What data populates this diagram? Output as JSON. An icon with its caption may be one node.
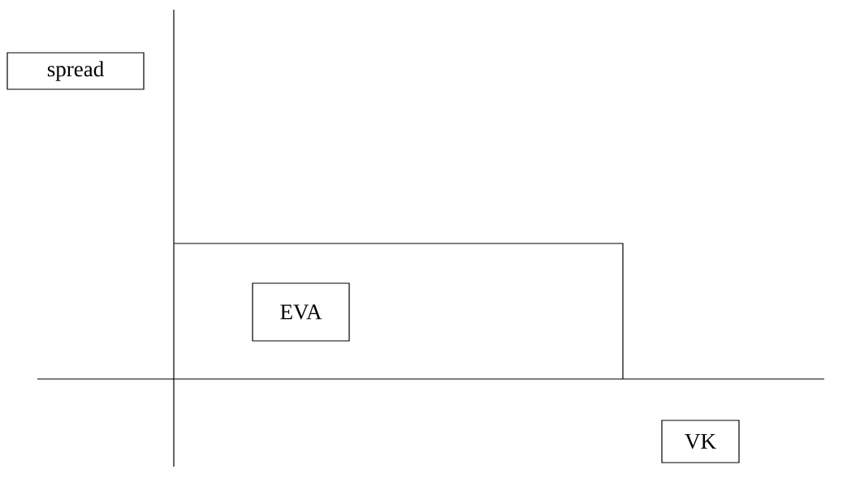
{
  "diagram": {
    "nodes": [
      {
        "text": [
          "spread"
        ]
      },
      {
        "text": [
          "EVA"
        ]
      },
      {
        "text": [
          "VK"
        ]
      }
    ]
  }
}
